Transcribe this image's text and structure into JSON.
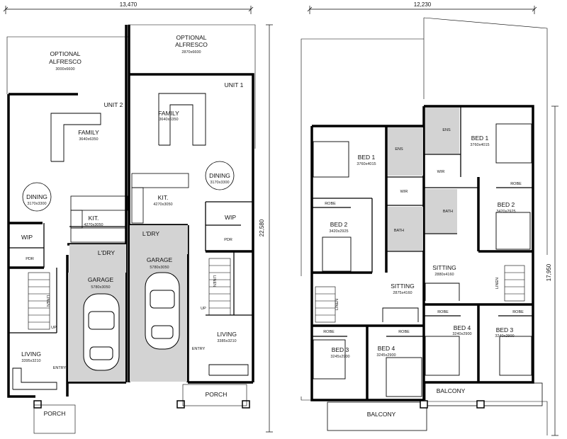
{
  "dimensions": {
    "ground_width": "13,470",
    "first_width": "12,230",
    "ground_depth": "22,580",
    "first_depth": "17,950"
  },
  "ground_floor": {
    "unit2": {
      "unit_label": "UNIT 2",
      "alfresco": "OPTIONAL\nALFRESCO",
      "alfresco_dim": "3000x6600",
      "family": "FAMILY",
      "family_dim": "3640x6350",
      "dining": "DINING",
      "dining_dim": "3170x3300",
      "kit": "KIT.",
      "kit_dim": "4270x3050",
      "wip": "WIP",
      "pdr": "PDR",
      "ldry": "L'DRY",
      "garage": "GARAGE",
      "garage_dim": "5780x3050",
      "linen": "LINEN",
      "up": "UP",
      "living": "LIVING",
      "living_dim": "3395x3210",
      "entry": "ENTRY",
      "porch": "PORCH"
    },
    "unit1": {
      "unit_label": "UNIT 1",
      "alfresco": "OPTIONAL\nALFRESCO",
      "alfresco_dim": "2870x6600",
      "family": "FAMILY",
      "family_dim": "3640x6350",
      "dining": "DINING",
      "dining_dim": "3170x3300",
      "kit": "KIT.",
      "kit_dim": "4270x3050",
      "ldry": "L'DRY",
      "wip": "WIP",
      "pdr": "PDR",
      "garage": "GARAGE",
      "garage_dim": "5780x3050",
      "linen": "LINEN",
      "up": "UP",
      "living": "LIVING",
      "living_dim": "3385x3210",
      "entry": "ENTRY",
      "porch": "PORCH"
    }
  },
  "first_floor": {
    "unit2": {
      "ens": "ENS",
      "bed1": "BED 1",
      "bed1_dim": "3760x4015",
      "wir": "WIR",
      "robe_bed2": "ROBE",
      "bed2": "BED 2",
      "bed2_dim": "3420x2925",
      "bath": "BATH",
      "sitting": "SITTING",
      "sitting_dim": "2875x4160",
      "linen": "LINEN",
      "robe_bed3": "ROBE",
      "robe_bed4": "ROBE",
      "bed3": "BED 3",
      "bed3_dim": "3245x2900",
      "bed4": "BED 4",
      "bed4_dim": "3245x2900",
      "balcony": "BALCONY"
    },
    "unit1": {
      "ens": "ENS",
      "bed1": "BED 1",
      "bed1_dim": "3760x4015",
      "wir": "WIR",
      "robe_bed2": "ROBE",
      "bed2": "BED 2",
      "bed2_dim": "3420x2925",
      "bath": "BATH",
      "sitting": "SITTING",
      "sitting_dim": "2880x4160",
      "linen": "LINEN",
      "robe_bed4": "ROBE",
      "robe_bed3": "ROBE",
      "bed4": "BED 4",
      "bed4_dim": "3240x2900",
      "bed3": "BED 3",
      "bed3_dim": "3240x2900",
      "balcony": "BALCONY"
    }
  }
}
